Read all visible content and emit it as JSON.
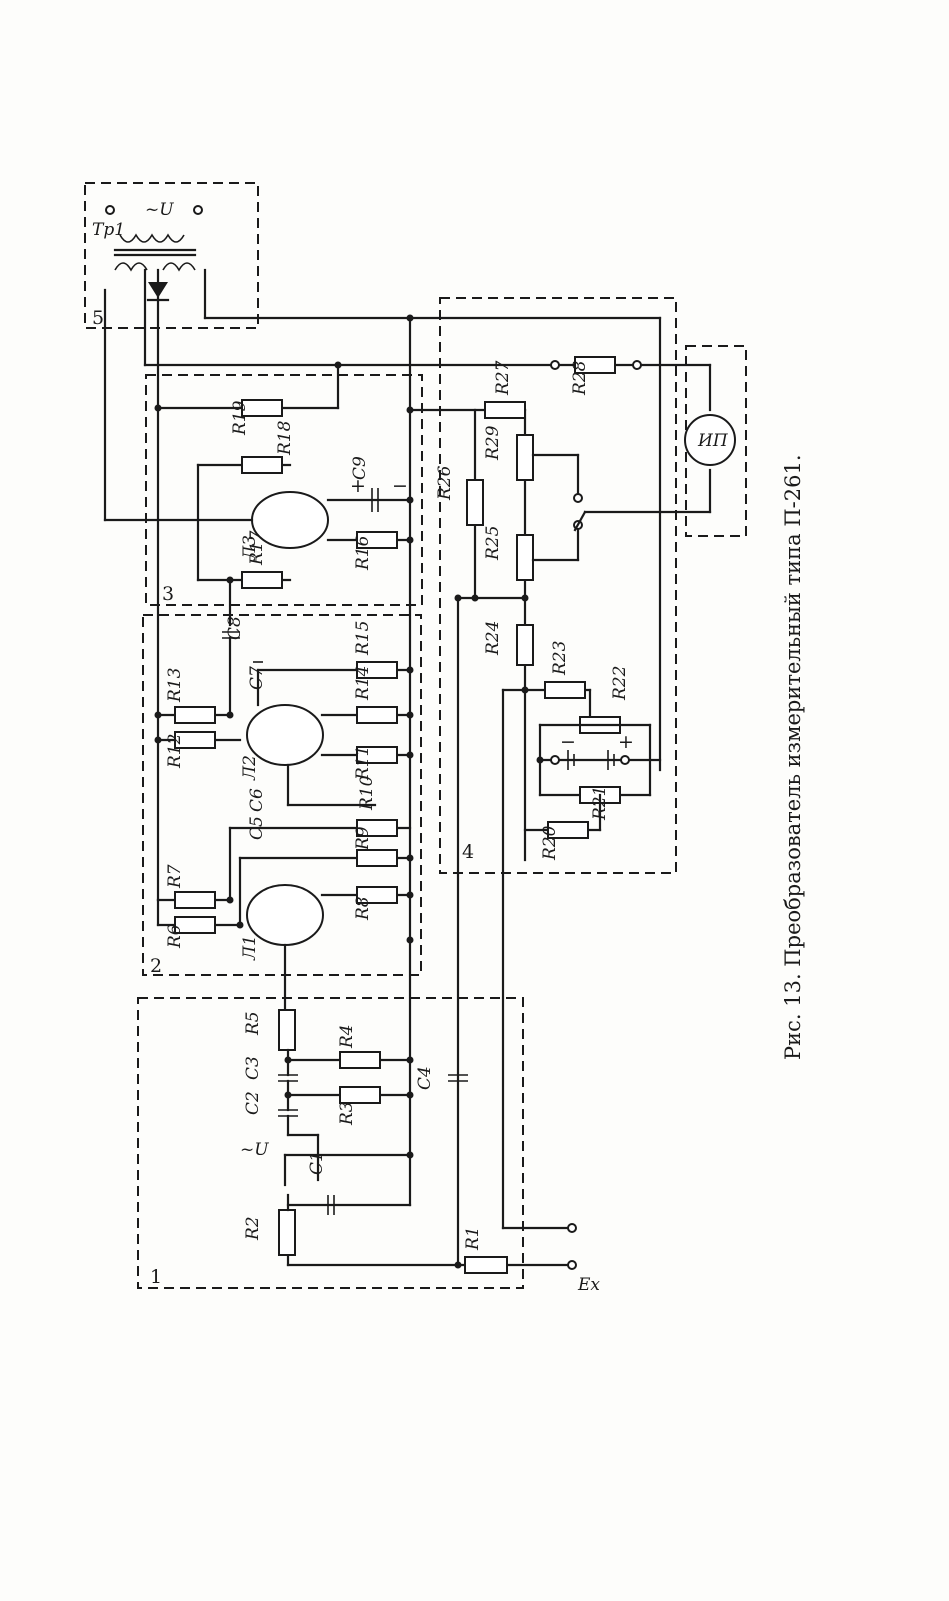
{
  "caption": "Рис. 13. Преобразователь измерительный типа П-261.",
  "blocks": [
    {
      "id": "block-1",
      "number": "1"
    },
    {
      "id": "block-2",
      "number": "2"
    },
    {
      "id": "block-3",
      "number": "3"
    },
    {
      "id": "block-4",
      "number": "4"
    },
    {
      "id": "block-5",
      "number": "5"
    }
  ],
  "components": {
    "resistors": [
      "R1",
      "R2",
      "R3",
      "R4",
      "R5",
      "R6",
      "R7",
      "R8",
      "R9",
      "R10",
      "R11",
      "R12",
      "R13",
      "R14",
      "R15",
      "R16",
      "R17",
      "R18",
      "R19",
      "R20",
      "R21",
      "R22",
      "R23",
      "R24",
      "R25",
      "R26",
      "R27",
      "R28",
      "R29"
    ],
    "capacitors": [
      "C1",
      "C2",
      "C3",
      "C4",
      "C5",
      "C6",
      "C7",
      "C8",
      "C9"
    ],
    "tubes": [
      "Л1",
      "Л2",
      "Л3"
    ],
    "transformer": "Тр1",
    "meter": "ИП"
  },
  "labels": {
    "ac_input": "~U",
    "ac_supply": "~U",
    "input_voltage": "Eх",
    "plus": "+",
    "minus": "−",
    "plus_c9": "+",
    "minus_c9": "−"
  }
}
